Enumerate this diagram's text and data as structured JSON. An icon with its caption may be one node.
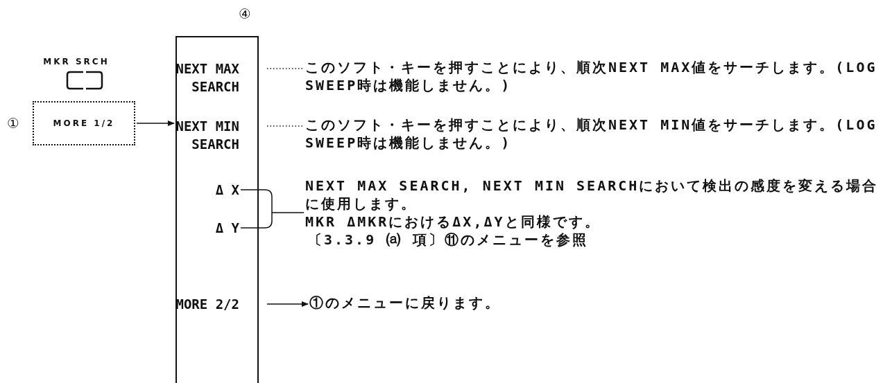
{
  "diagram": {
    "nodes": [
      {
        "text": [
          "MKR SRCH"
        ]
      },
      {
        "text": [
          "MORE 1/2"
        ],
        "beside": [
          "①"
        ]
      },
      {
        "text": [],
        "shape": "box",
        "beside": [
          "④"
        ]
      },
      {
        "text": [
          "NEXT MAX SEARCH"
        ],
        "in": 2
      },
      {
        "text": [
          "NEXT MIN SEARCH"
        ],
        "in": 2
      },
      {
        "text": [
          "Δ X"
        ],
        "in": 2
      },
      {
        "text": [
          "Δ Y"
        ],
        "in": 2
      },
      {
        "text": [
          "MORE 2/2"
        ],
        "in": 2
      },
      {
        "text": [
          "このソフト・キーを押すことにより、順次NEXT MAX値をサーチします。(LOG SWEEP時は機能しません。)"
        ]
      },
      {
        "text": [
          "このソフト・キーを押すことにより、順次NEXT MIN値をサーチします。(LOG SWEEP時は機能しません。)"
        ]
      },
      {
        "text": [
          "NEXT MAX SEARCH, NEXT MIN SEARCHにおいて検出の感度を変える場合に使用します。",
          "MKR ΔMKRにおけるΔX,ΔYと同様です。",
          "〔3.3.9 ⒜ 項〕⑪のメニューを参照"
        ]
      },
      {
        "text": [
          "①のメニューに戻ります。"
        ]
      }
    ],
    "edges": [
      {
        "from": 1,
        "to": 2,
        "arrow": "to"
      },
      {
        "from": 3,
        "to": 8,
        "arrow": "none",
        "style": "dashed"
      },
      {
        "from": 4,
        "to": 9,
        "arrow": "none",
        "style": "dashed"
      },
      {
        "from": 5,
        "to": 10,
        "arrow": "none"
      },
      {
        "from": 6,
        "to": 10,
        "arrow": "none"
      },
      {
        "from": 7,
        "to": 11,
        "arrow": "to"
      }
    ]
  }
}
